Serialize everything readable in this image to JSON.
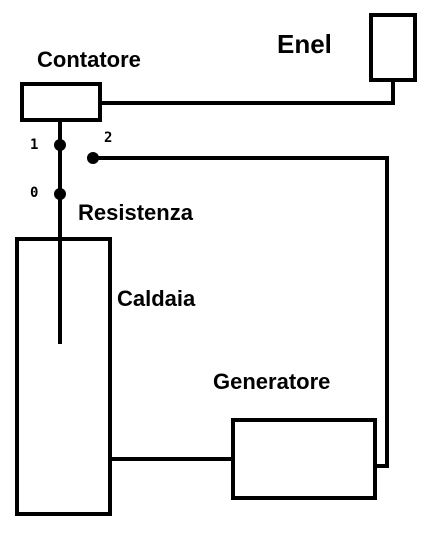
{
  "labels": {
    "enel": "Enel",
    "contatore": "Contatore",
    "switch_position_1": "1",
    "switch_position_2": "2",
    "switch_position_0": "0",
    "resistenza": "Resistenza",
    "caldaia": "Caldaia",
    "generatore": "Generatore"
  },
  "colors": {
    "line": "#000000",
    "background": "#ffffff"
  }
}
